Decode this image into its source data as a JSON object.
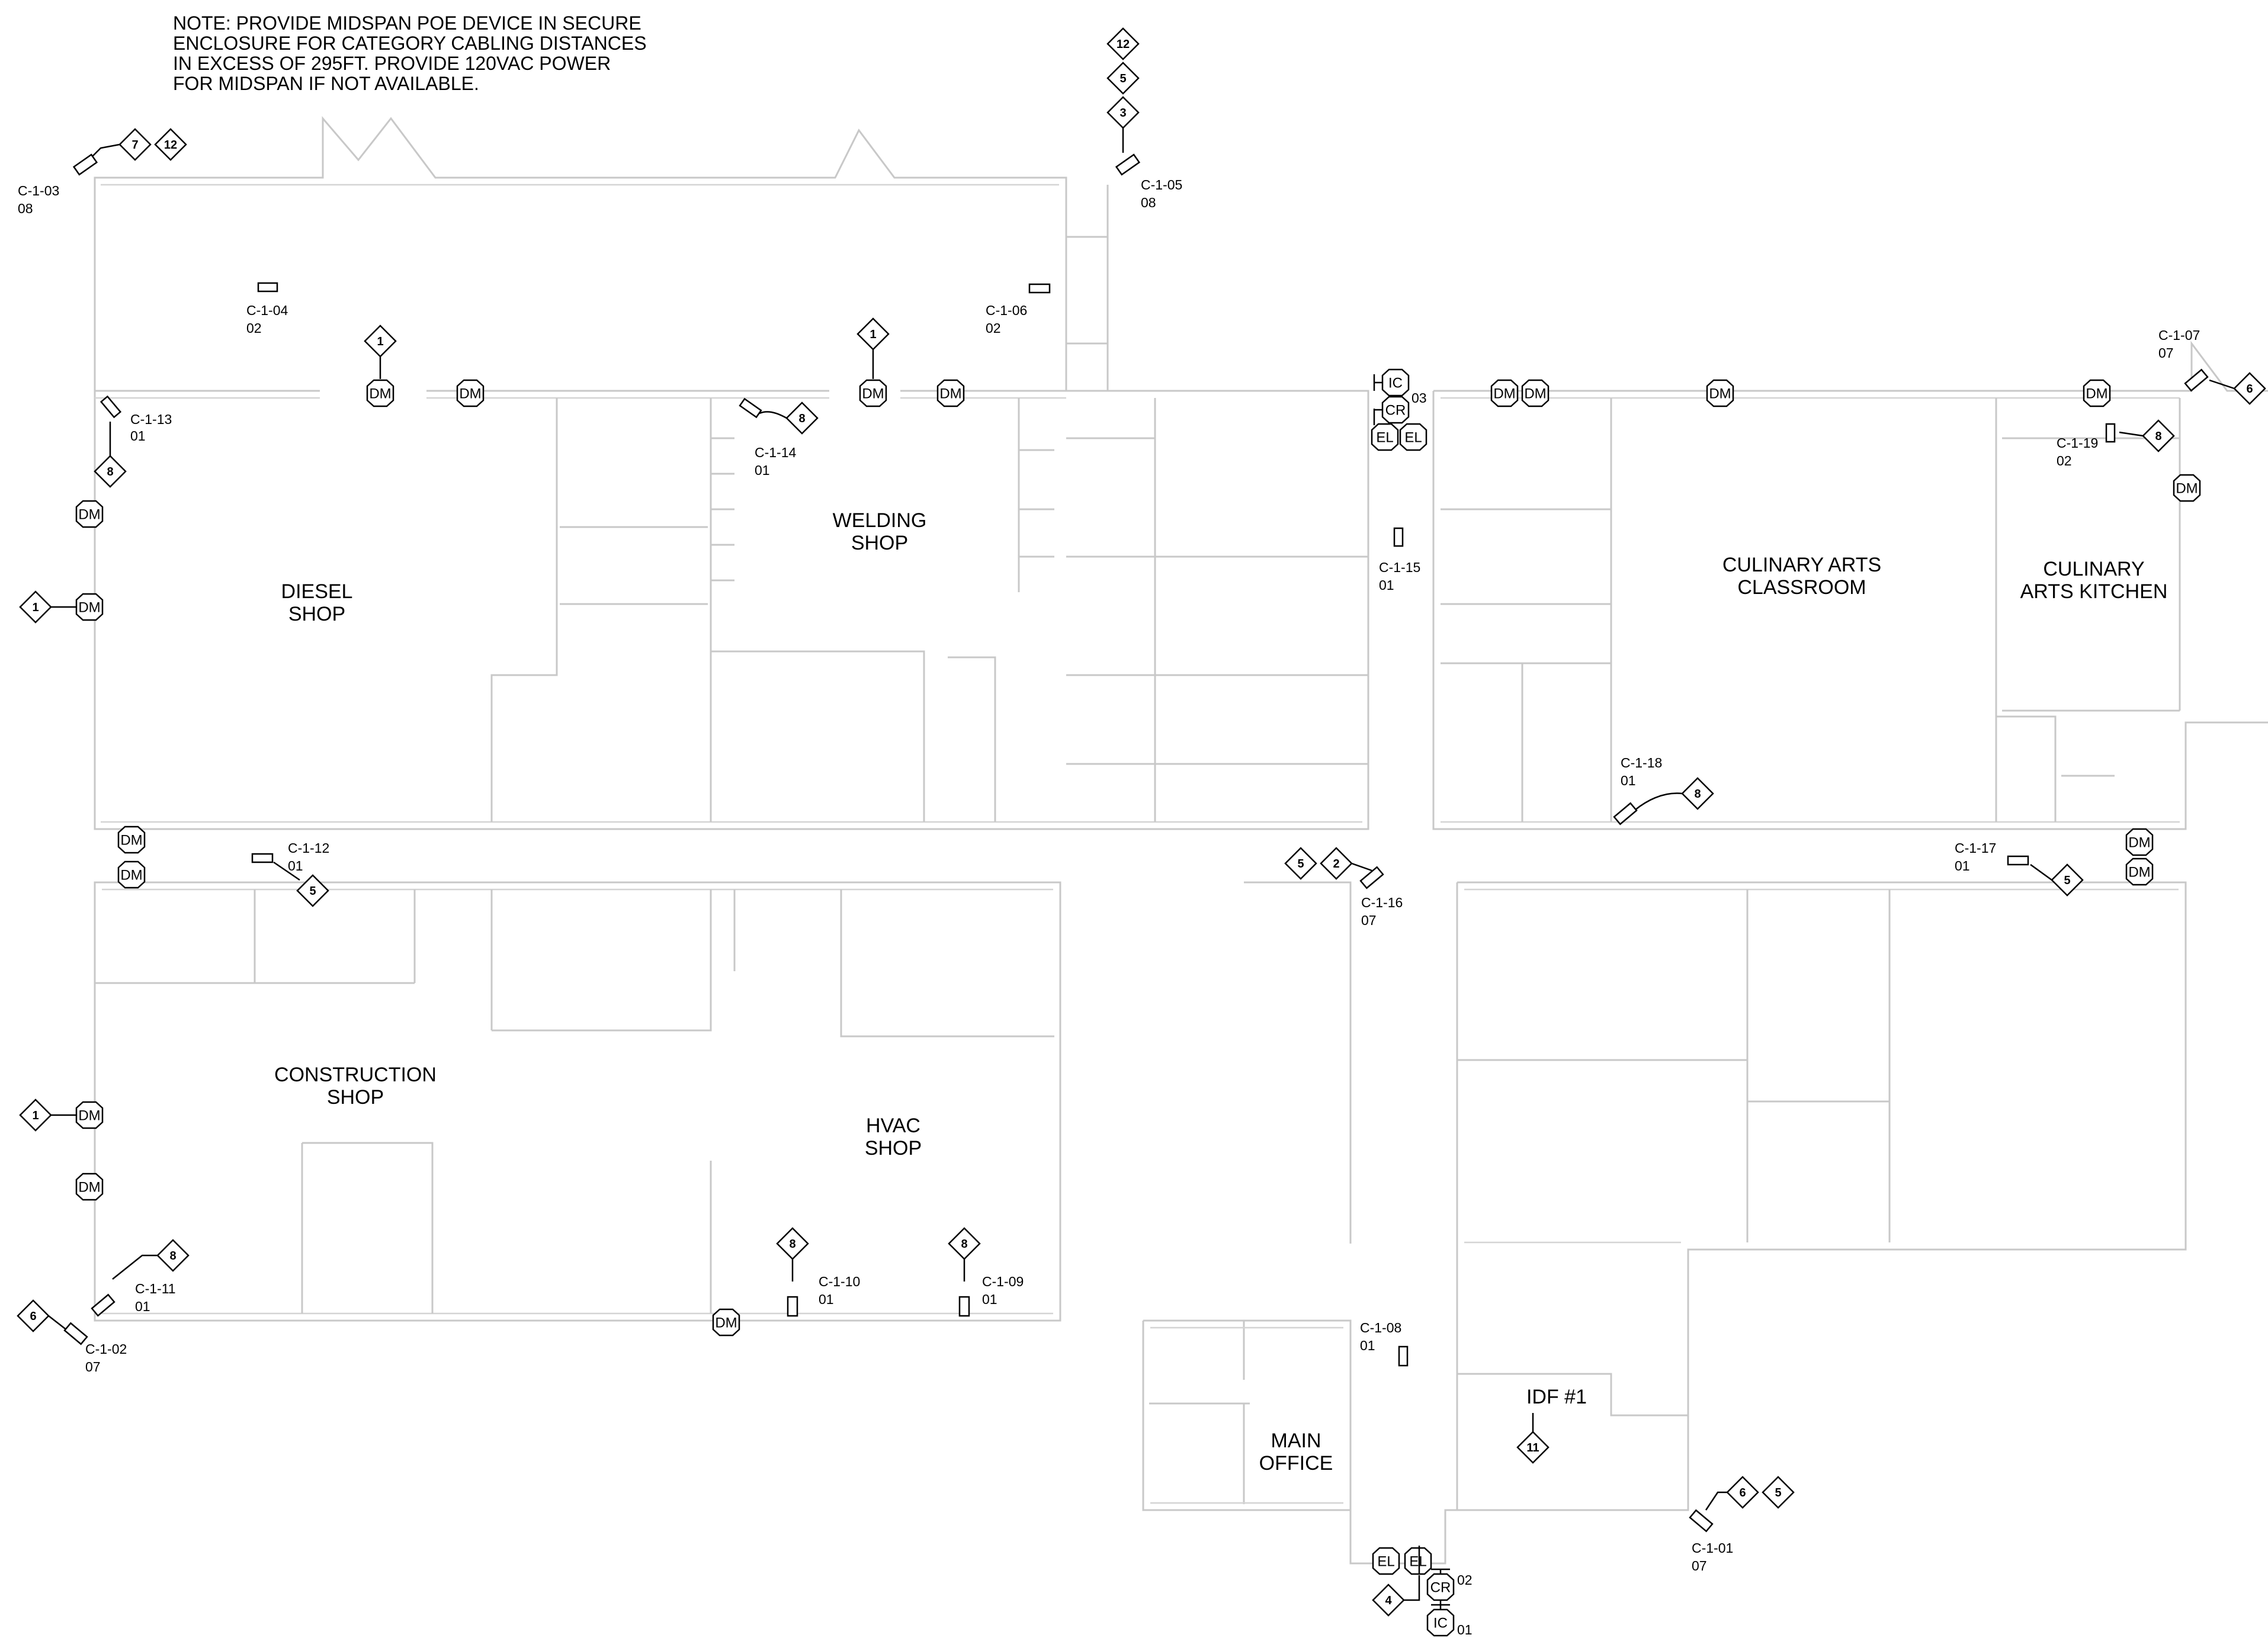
{
  "note": {
    "lines": [
      "NOTE: PROVIDE MIDSPAN POE DEVICE IN SECURE",
      "ENCLOSURE FOR CATEGORY CABLING DISTANCES",
      "IN EXCESS OF 295FT. PROVIDE 120VAC POWER",
      "FOR MIDSPAN IF NOT AVAILABLE."
    ]
  },
  "rooms": {
    "diesel": [
      "DIESEL",
      "SHOP"
    ],
    "welding": [
      "WELDING",
      "SHOP"
    ],
    "culinary_classroom": [
      "CULINARY ARTS",
      "CLASSROOM"
    ],
    "culinary_kitchen": [
      "CULINARY",
      "ARTS KITCHEN"
    ],
    "construction": [
      "CONSTRUCTION",
      "SHOP"
    ],
    "hvac": [
      "HVAC",
      "SHOP"
    ],
    "main_office": [
      "MAIN",
      "OFFICE"
    ],
    "idf": [
      "IDF #1"
    ]
  },
  "cameras": [
    {
      "id": "C-1-01",
      "type": "07"
    },
    {
      "id": "C-1-02",
      "type": "07"
    },
    {
      "id": "C-1-03",
      "type": "08"
    },
    {
      "id": "C-1-04",
      "type": "02"
    },
    {
      "id": "C-1-05",
      "type": "08"
    },
    {
      "id": "C-1-06",
      "type": "02"
    },
    {
      "id": "C-1-07",
      "type": "07"
    },
    {
      "id": "C-1-08",
      "type": "01"
    },
    {
      "id": "C-1-09",
      "type": "01"
    },
    {
      "id": "C-1-10",
      "type": "01"
    },
    {
      "id": "C-1-11",
      "type": "01"
    },
    {
      "id": "C-1-12",
      "type": "01"
    },
    {
      "id": "C-1-13",
      "type": "01"
    },
    {
      "id": "C-1-14",
      "type": "01"
    },
    {
      "id": "C-1-15",
      "type": "01"
    },
    {
      "id": "C-1-16",
      "type": "07"
    },
    {
      "id": "C-1-17",
      "type": "01"
    },
    {
      "id": "C-1-18",
      "type": "01"
    },
    {
      "id": "C-1-19",
      "type": "02"
    }
  ],
  "access_tags": {
    "dm": "DM",
    "ic": "IC",
    "cr": "CR",
    "el": "EL",
    "door_type_north": "03",
    "door_type_south_a": "02",
    "door_type_south_b": "01"
  },
  "keynotes": [
    "1",
    "2",
    "3",
    "4",
    "5",
    "6",
    "7",
    "8",
    "11",
    "12"
  ]
}
